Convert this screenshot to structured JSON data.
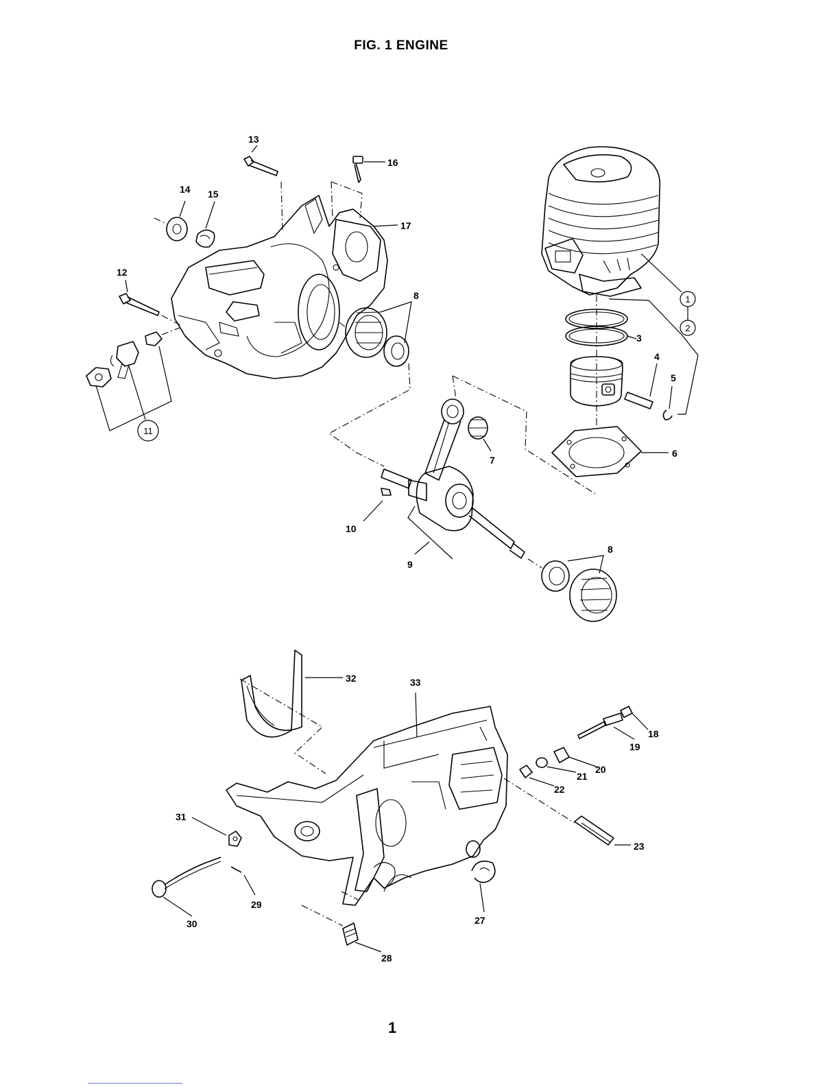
{
  "title": "FIG. 1 ENGINE",
  "page_number": "1",
  "callouts": {
    "p1": "1",
    "p2": "2",
    "p3": "3",
    "p4": "4",
    "p5": "5",
    "p6": "6",
    "p7": "7",
    "p8a": "8",
    "p8b": "8",
    "p9": "9",
    "p10": "10",
    "p11": "11",
    "p12": "12",
    "p13": "13",
    "p14": "14",
    "p15": "15",
    "p16": "16",
    "p17": "17",
    "p18": "18",
    "p19": "19",
    "p20": "20",
    "p21": "21",
    "p22": "22",
    "p23": "23",
    "p27": "27",
    "p28": "28",
    "p29": "29",
    "p30": "30",
    "p31": "31",
    "p32": "32",
    "p33": "33"
  }
}
